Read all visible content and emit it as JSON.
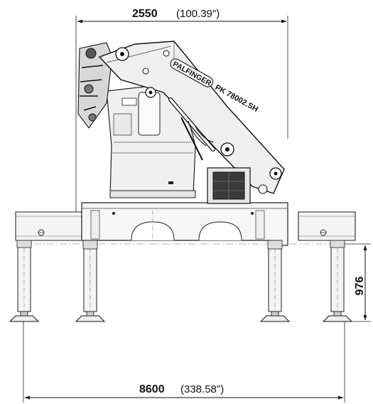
{
  "dimensions": {
    "top_width": {
      "value": "2550",
      "inches": "(100.39\")"
    },
    "bottom_span": {
      "value": "8600",
      "inches": "(338.58\")"
    },
    "vertical_stroke": {
      "value": "976"
    }
  },
  "crane": {
    "brand": "PALFINGER",
    "model": "PK 78002.SH"
  }
}
